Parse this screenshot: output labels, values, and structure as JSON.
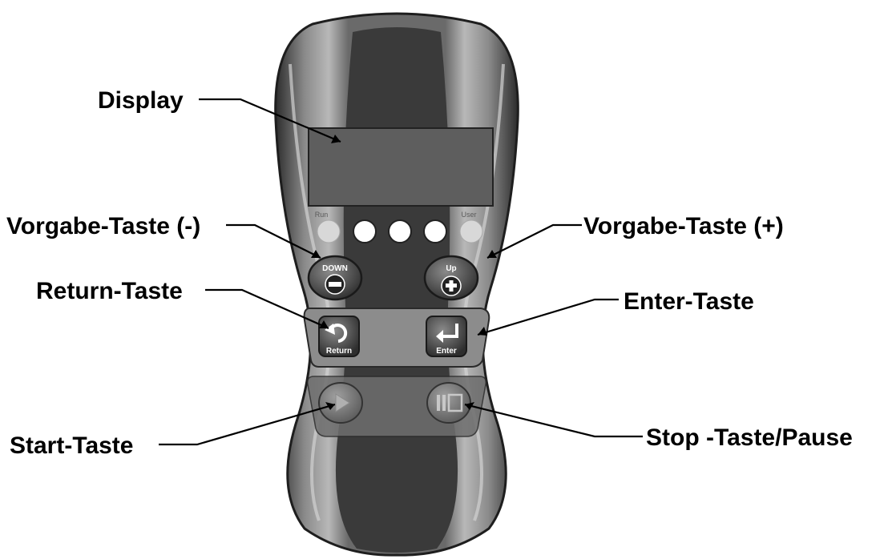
{
  "callouts": {
    "display": "Display",
    "vorgabe_minus": "Vorgabe-Taste (-)",
    "vorgabe_plus": "Vorgabe-Taste (+)",
    "return_taste": "Return-Taste",
    "enter_taste": "Enter-Taste",
    "start_taste": "Start-Taste",
    "stop_taste": "Stop -Taste/Pause"
  },
  "device": {
    "leds": [
      "Run",
      "",
      "",
      "",
      "User"
    ],
    "buttons": {
      "down": "DOWN",
      "up": "Up",
      "return": "Return",
      "enter": "Enter"
    }
  },
  "colors": {
    "body_dark": "#3a3a3a",
    "body_mid": "#7a7a7a",
    "body_light": "#b4b4b4",
    "display": "#5e5e5e",
    "button": "#4a4a4a",
    "led": "#ffffff",
    "ink": "#000000"
  },
  "icons": {
    "return": "return-arrow-icon",
    "enter": "enter-arrow-icon",
    "minus": "minus-icon",
    "plus": "plus-icon",
    "start": "play-icon",
    "stop": "pause-stop-icon"
  }
}
